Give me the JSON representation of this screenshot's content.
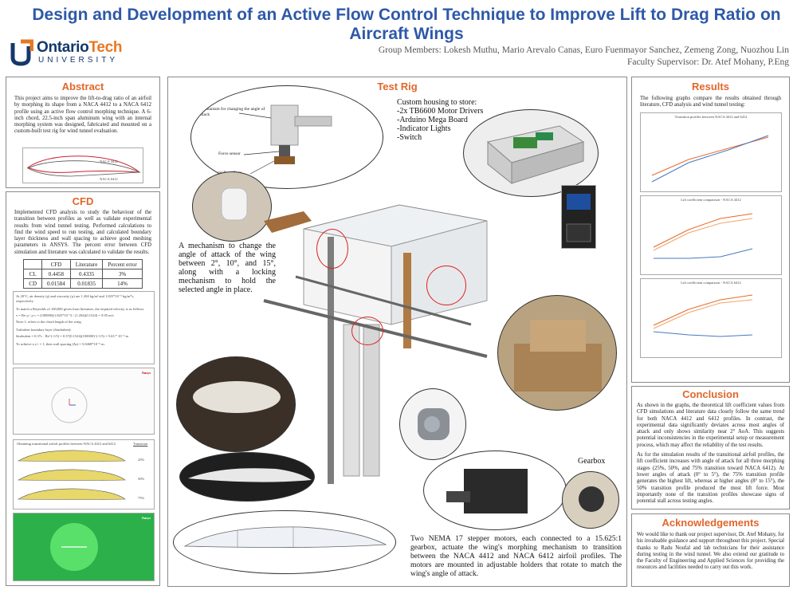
{
  "header": {
    "title": "Design and Development of an Active Flow Control Technique to Improve Lift to Drag Ratio on Aircraft Wings",
    "members": "Group Members: Lokesh Muthu, Mario Arevalo Canas, Euro Fuenmayor Sanchez, Zemeng Zong, Nuozhou Lin",
    "supervisor": "Faculty Supervisor: Dr. Atef Mohany, P.Eng",
    "logo": {
      "word_a": "Ontario",
      "word_b": "Tech",
      "sub": "UNIVERSITY"
    }
  },
  "abstract": {
    "title": "Abstract",
    "text": "This project aims to improve the lift-to-drag ratio of an airfoil by morphing its shape from a NACA 4412 to a NACA 6412 profile using an active flow control morphing technique. A 6-inch chord, 22.5-inch span aluminum wing with an internal morphing system was designed, fabricated and mounted on a custom-built test rig for wind tunnel evaluation.",
    "fig_labels": [
      "NACA 4412",
      "NACA 6412"
    ]
  },
  "cfd": {
    "title": "CFD",
    "text": "Implemented CFD analysis to study the behaviour of the transition between profiles as well as validate experimental results from wind tunnel testing. Performed calculations to find the wind speed to run testing, and calculated boundary layer thickness and wall spacing to achieve good meshing parameters in ANSYS. The percent error between CFD simulation and literature was calculated to validate the results.",
    "table": {
      "headers": [
        "",
        "CFD",
        "Literature",
        "Percent error"
      ],
      "rows": [
        [
          "CL",
          "0.4458",
          "0.4335",
          "3%"
        ],
        [
          "CD",
          "0.01584",
          "0.01835",
          "14%"
        ]
      ]
    },
    "calc": {
      "line1": "At 20°C, air density (ρ) and viscosity (μ) are 1.204 kg/m³ and 1.825*10⁻⁵ kg/m*s, respectively.",
      "line2": "To match a Reynolds of 100,000 given from literature, the required velocity is as follows:",
      "eq1": "v = Re·μ / ρ·c = (100000)(1.825*10⁻⁵) / (1.204)(0.1524) = 9.95 m/s",
      "line3": "Note: L refers to the chord length of the wing.",
      "line4": "Turbulent boundary layer (δturbulent):",
      "eq2": "δturbulent = 0.37c · Re^(-1/5) = 0.37(0.1524)(100000)^(-1/5) = 5.63 * 10⁻³ m",
      "line5": "To achieve a y+ = 1, then wall spacing (Δs) = 5.0468*10⁻⁶ m."
    },
    "ansys_label": "Ansys",
    "transitions": {
      "heading": "Obtaining transitional airfoil profiles between NACA 4412 and 6412",
      "col_label": "Transition",
      "values": [
        "25%",
        "50%",
        "75%"
      ]
    }
  },
  "testrig": {
    "title": "Test Rig",
    "mechanism_label": "Mechanism for changing the angle of attack",
    "force_label": "Force sensor",
    "base_label": "Metal Base Plate",
    "housing": "Custom housing  to store:\n-2x TB6600 Motor Drivers\n-Arduino Mega Board\n-Indicator Lights\n-Switch",
    "aoa_text": "A mechanism to change the angle of attack of the wing between 2°, 10°, and 15°, along with a locking mechanism to hold the selected angle in place.",
    "gearbox_label": "Gearbox",
    "stepper_text": "Two NEMA 17 stepper motors, each connected to a 15.625:1 gearbox, actuate the wing's morphing mechanism to transition between the NACA 4412 and NACA 6412 airfoil profiles. The motors are mounted in adjustable holders that rotate to match the wing's angle of attack."
  },
  "results": {
    "title": "Results",
    "text": "The following graphs compare the results obtained through literature, CFD analysis and wind tunnel testing:",
    "charts": [
      {
        "title": "Transition profiles between NACA 4412 and 6412",
        "colors": [
          "#e46b2a",
          "#4a78c2"
        ]
      },
      {
        "title": "Lift coefficient comparison - NACA 4412",
        "colors": [
          "#e46b2a",
          "#f2a46a",
          "#4a78c2"
        ]
      },
      {
        "title": "Lift coefficient comparison - NACA 6412",
        "colors": [
          "#e46b2a",
          "#f2a46a",
          "#4a78c2"
        ]
      }
    ]
  },
  "conclusion": {
    "title": "Conclusion",
    "p1": "As shown in the graphs, the theoretical lift coefficient values from CFD simulations and literature data closely follow the same trend for both NACA 4412 and 6412 profiles. In contrast, the experimental data significantly deviates across most angles of attack and only shows similarity near 2° AoA. This suggests potential inconsistencies in the experimental setup or measurement process, which may affect the reliability of the test results.",
    "p2": "As for the simulation results of the transitional airfoil profiles, the lift coefficient increases with angle of attack for all three morphing stages (25%, 50%, and 75% transition toward NACA 6412). At lower angles of attack (0° to 5°), the 75% transition profile generates the highest lift, whereas at higher angles (8° to 15°), the 50% transition profile produced the most lift force. Most importantly none of the transition profiles showcase signs of potential stall across testing angles."
  },
  "ack": {
    "title": "Acknowledgements",
    "text": "We would like to thank our project supervisor, Dr. Atef Mohany, for his invaluable guidance and support throughout this project. Special thanks to Radu Noufal and lab technicians for their assistance during testing in the wind tunnel. We also extend our gratitude to the Faculty of Engineering and Applied Sciences for providing the resources and facilities needed to carry out this work."
  }
}
